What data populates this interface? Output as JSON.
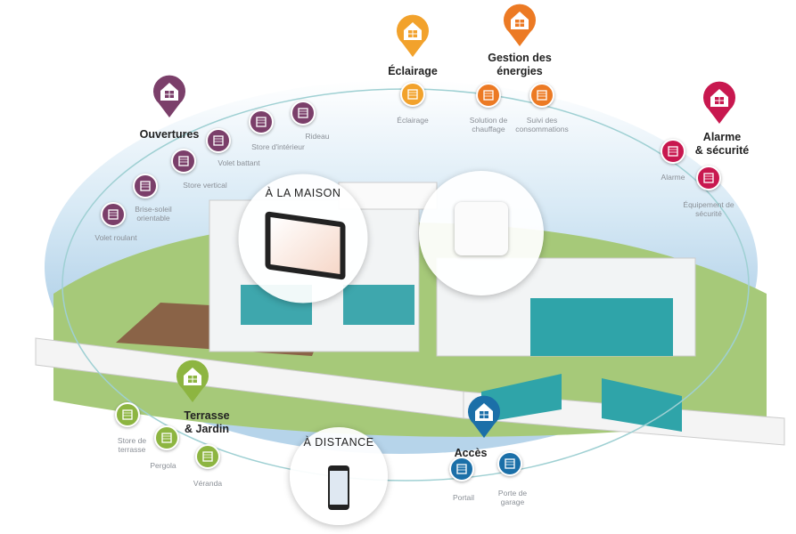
{
  "colors": {
    "ouvertures": "#7b3f6a",
    "eclairage": "#f2a22c",
    "energies": "#ec7a24",
    "alarme": "#c8184f",
    "terrasse": "#8db541",
    "acces": "#1b6fa8",
    "path": "#9fd0d3"
  },
  "modes": {
    "home": "À LA MAISON",
    "remote": "À DISTANCE"
  },
  "categories": {
    "ouvertures": {
      "title": "Ouvertures",
      "items": [
        "Volet roulant",
        "Brise-soleil orientable",
        "Store vertical",
        "Volet battant",
        "Store d'intérieur",
        "Rideau"
      ]
    },
    "eclairage": {
      "title": "Éclairage",
      "items": [
        "Éclairage"
      ]
    },
    "energies": {
      "title_1": "Gestion des",
      "title_2": "énergies",
      "items": [
        "Solution de chauffage",
        "Suivi des consommations"
      ]
    },
    "alarme": {
      "title_1": "Alarme",
      "title_2": "& sécurité",
      "items": [
        "Alarme",
        "Équipement de sécurité"
      ]
    },
    "terrasse": {
      "title_1": "Terrasse",
      "title_2": "& Jardin",
      "items": [
        "Store de terrasse",
        "Pergola",
        "Véranda"
      ]
    },
    "acces": {
      "title": "Accès",
      "items": [
        "Portail",
        "Porte de garage"
      ]
    }
  }
}
